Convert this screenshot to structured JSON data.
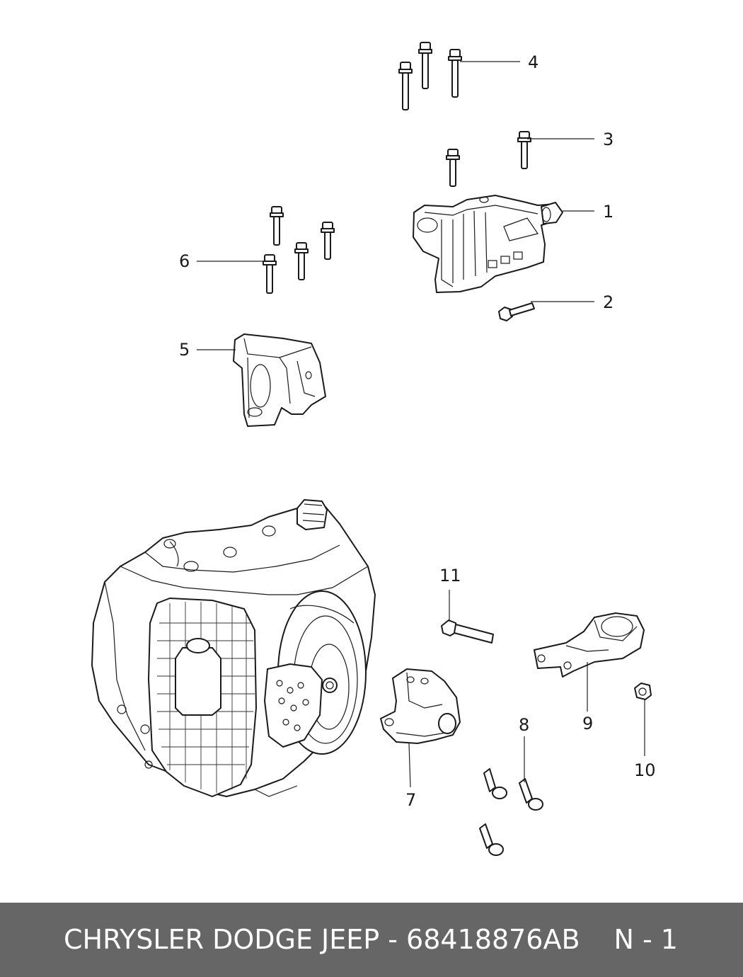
{
  "footer": {
    "caption": "CHRYSLER DODGE JEEP - 68418876AB",
    "sheet": "N - 1"
  },
  "callouts": [
    "1",
    "2",
    "3",
    "4",
    "5",
    "6",
    "7",
    "8",
    "9",
    "10",
    "11"
  ]
}
